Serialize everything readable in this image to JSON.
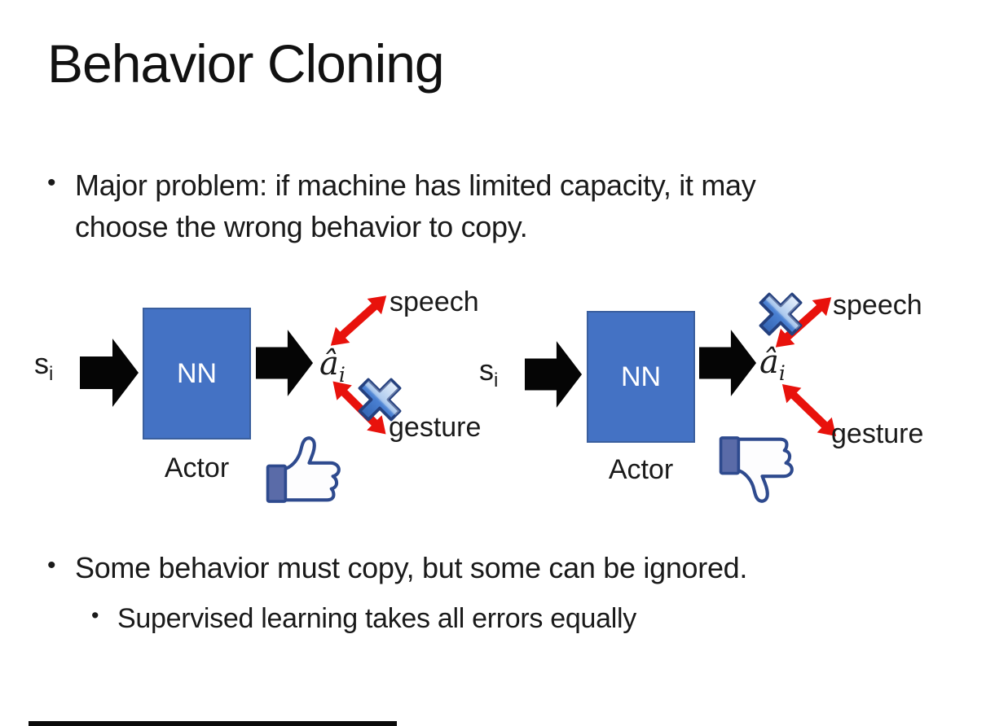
{
  "title": "Behavior Cloning",
  "bullet_char": "•",
  "bullets": [
    {
      "level": 1,
      "text": "Major problem: if machine has limited capacity, it may choose the wrong behavior to copy."
    },
    {
      "level": 1,
      "text": "Some behavior must copy, but some can be ignored."
    },
    {
      "level": 2,
      "text": "Supervised learning takes all errors equally"
    }
  ],
  "diagrams": [
    {
      "input_base": "s",
      "input_sub": "i",
      "box_label": "NN",
      "caption": "Actor",
      "output_base": "â",
      "output_sub": "i",
      "branch_top": "speech",
      "branch_bottom": "gesture",
      "crossed_branch": "gesture",
      "feedback_icon": "thumbs-up"
    },
    {
      "input_base": "s",
      "input_sub": "i",
      "box_label": "NN",
      "caption": "Actor",
      "output_base": "â",
      "output_sub": "i",
      "branch_top": "speech",
      "branch_bottom": "gesture",
      "crossed_branch": "speech",
      "feedback_icon": "thumbs-down"
    }
  ],
  "colors": {
    "background": "#FFFFFF",
    "text": "#1A1A1A",
    "nn_box_fill": "#4472C4",
    "nn_box_border": "#3A5F9E",
    "block_arrow": "#050505",
    "branch_arrow_red": "#E8120C",
    "cross_blue": "#4E86D8",
    "icon_navy": "#2E4A8E",
    "icon_sleeve": "#5A6BA8"
  }
}
